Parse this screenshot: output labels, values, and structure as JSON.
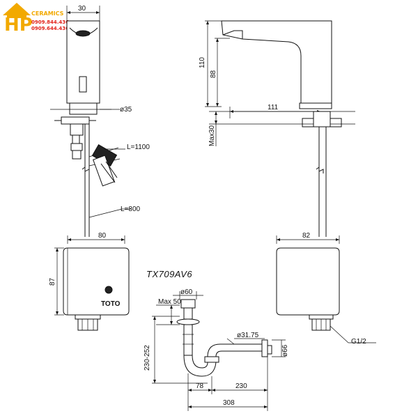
{
  "brand": {
    "logo_text": "HP",
    "logo_sub": "CERAMICS",
    "phone_1": "0909.844.436",
    "phone_2": "0909.644.436"
  },
  "model": "TX709AV6",
  "unit_logo": "TOTO",
  "front_view": {
    "dim_top": "30",
    "dim_hole": "ø35",
    "dim_cable_1": "L=1100",
    "dim_cable_2": "L=800",
    "dim_box_width": "80",
    "dim_box_height": "87"
  },
  "side_view": {
    "dim_height_total": "110",
    "dim_height_spout": "88",
    "dim_reach": "111",
    "dim_deck": "Max30",
    "dim_box_width": "82",
    "dim_thread": "G1/2"
  },
  "trap": {
    "dim_flange": "ø60",
    "dim_max": "Max 50",
    "dim_pipe": "ø31.75",
    "dim_wall": "ø66",
    "dim_height": "230-252",
    "dim_offset": "78",
    "dim_length": "230",
    "dim_total": "308"
  }
}
